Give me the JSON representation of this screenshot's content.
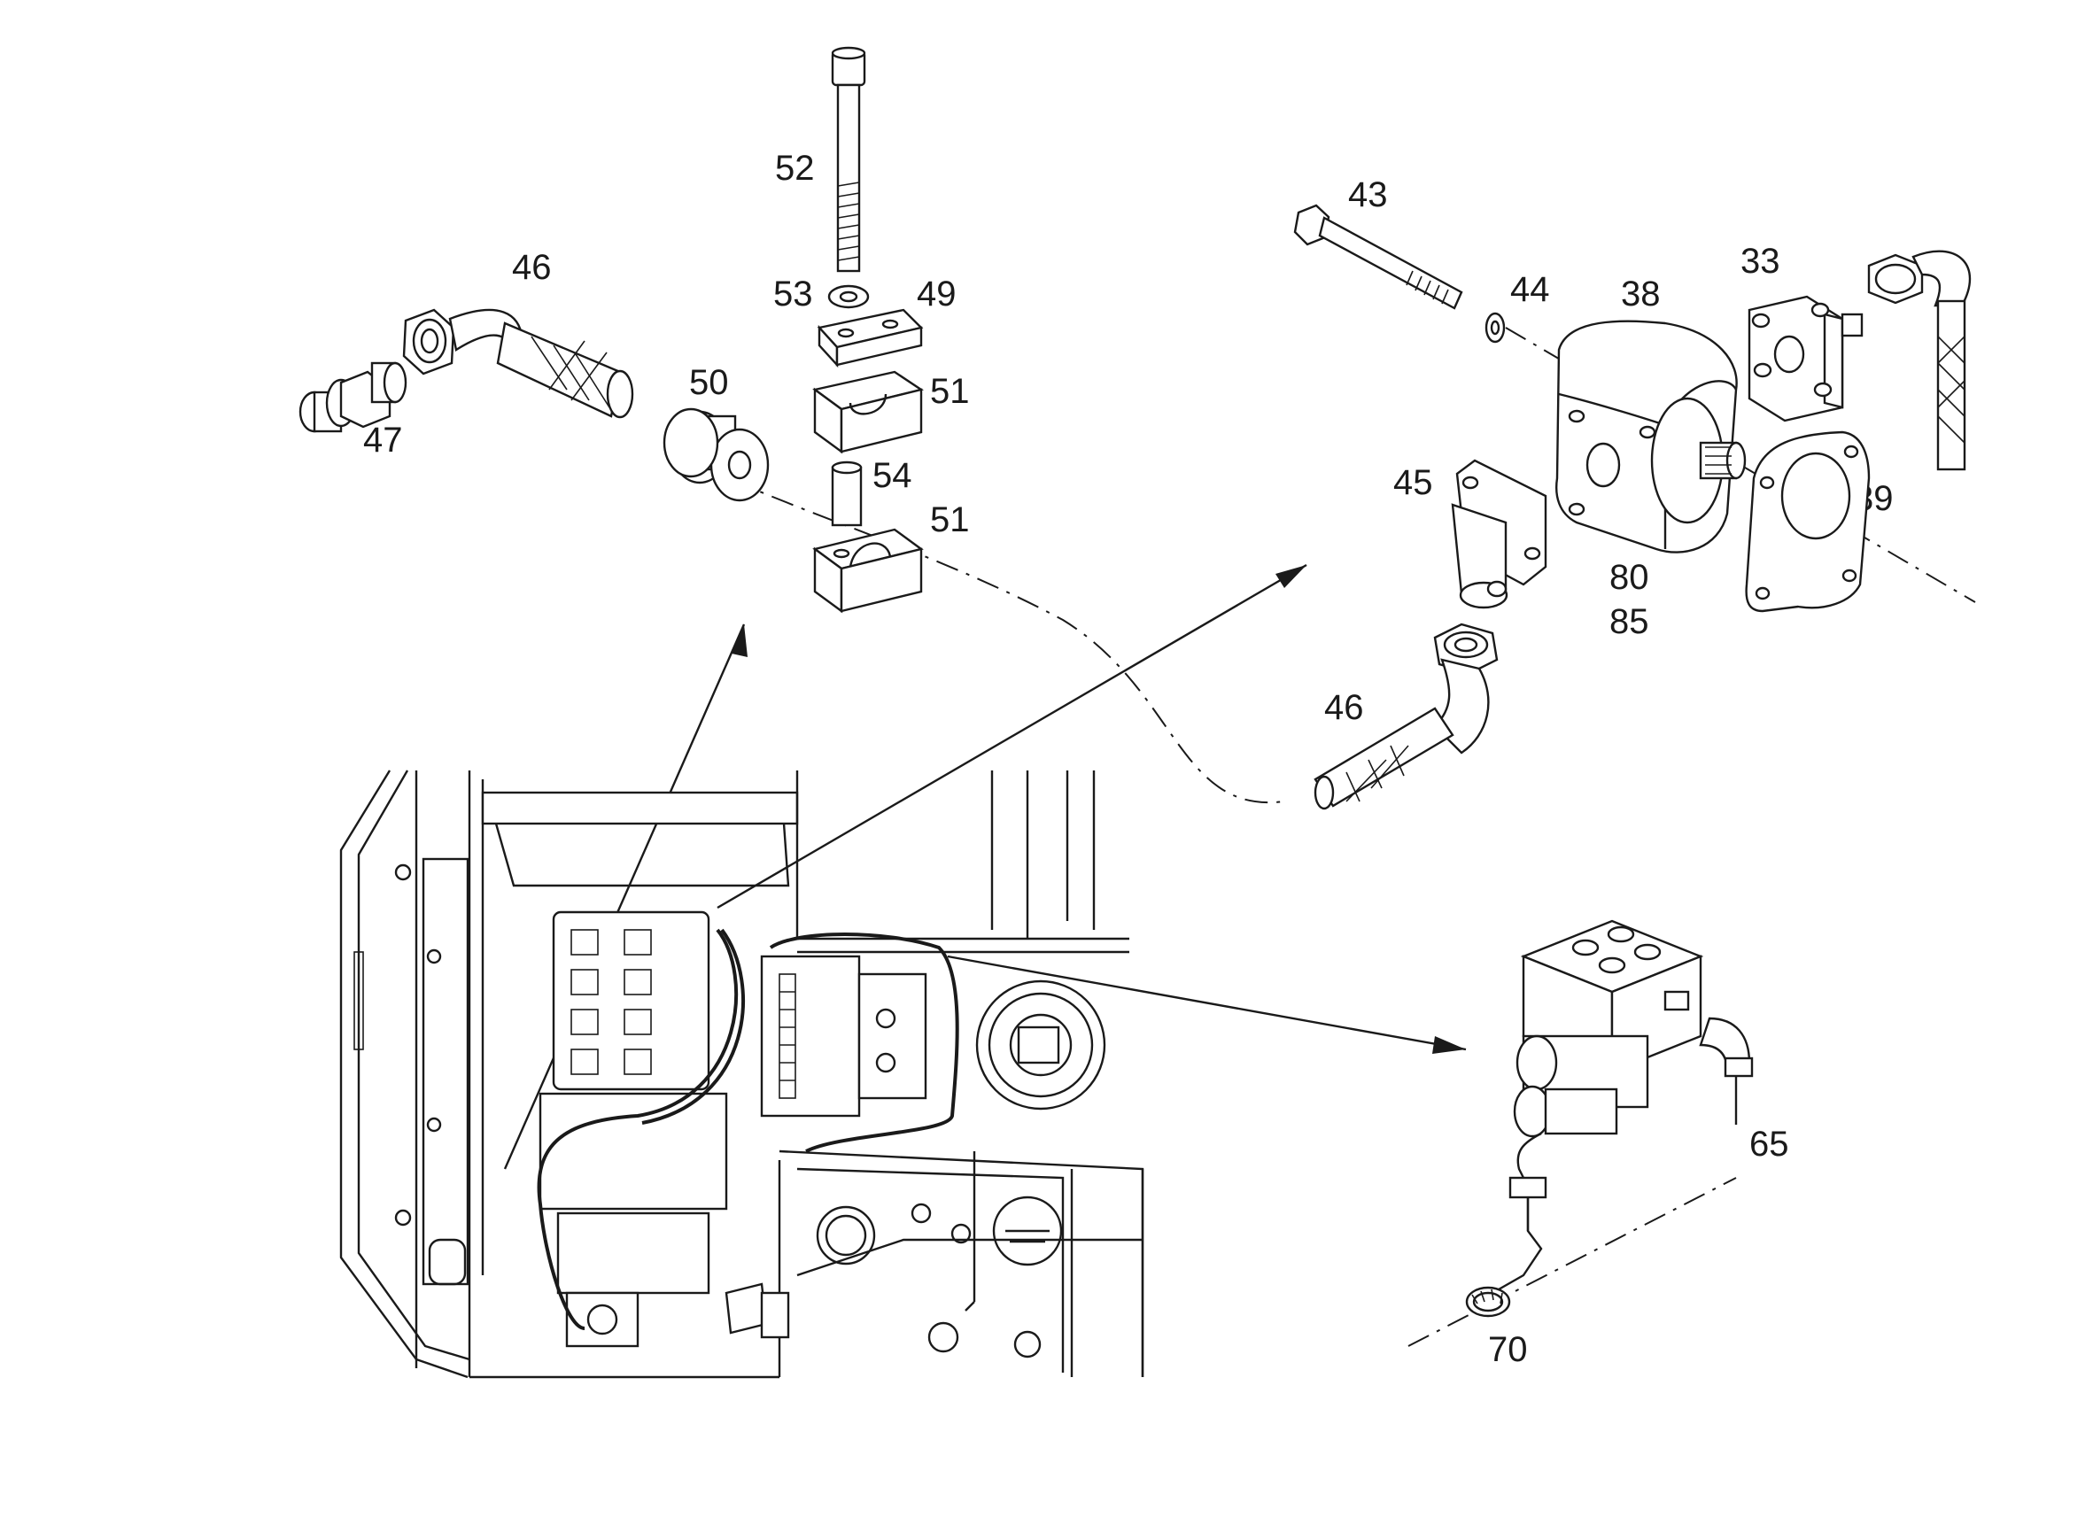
{
  "diagram": {
    "parts": [
      {
        "id": "p52",
        "label": "52",
        "icon": "bolt-icon"
      },
      {
        "id": "p53",
        "label": "53",
        "icon": "washer-icon"
      },
      {
        "id": "p49",
        "label": "49",
        "icon": "clamp-plate-icon"
      },
      {
        "id": "p51a",
        "label": "51",
        "icon": "clamp-half-icon"
      },
      {
        "id": "p54",
        "label": "54",
        "icon": "spacer-sleeve-icon"
      },
      {
        "id": "p51b",
        "label": "51",
        "icon": "clamp-half-icon"
      },
      {
        "id": "p50",
        "label": "50",
        "icon": "grommet-icon"
      },
      {
        "id": "p46a",
        "label": "46",
        "icon": "hose-elbow-icon"
      },
      {
        "id": "p47",
        "label": "47",
        "icon": "adapter-fitting-icon"
      },
      {
        "id": "p43",
        "label": "43",
        "icon": "bolt-icon"
      },
      {
        "id": "p44",
        "label": "44",
        "icon": "washer-icon"
      },
      {
        "id": "p38",
        "label": "38",
        "icon": "gear-pump-icon"
      },
      {
        "id": "p33",
        "label": "33",
        "icon": "flange-plate-icon"
      },
      {
        "id": "p39",
        "label": "39",
        "icon": "gasket-icon"
      },
      {
        "id": "p45",
        "label": "45",
        "icon": "elbow-flange-icon"
      },
      {
        "id": "p80",
        "label": "80",
        "icon": "gear-pump-icon"
      },
      {
        "id": "p85",
        "label": "85",
        "icon": "gear-pump-icon"
      },
      {
        "id": "p46b",
        "label": "46",
        "icon": "hose-elbow-icon"
      },
      {
        "id": "p65",
        "label": "65",
        "icon": "hose-icon"
      },
      {
        "id": "p70",
        "label": "70",
        "icon": "hose-clamp-icon"
      }
    ],
    "colors": {
      "line": "#1a1a1a",
      "background": "#ffffff"
    }
  }
}
